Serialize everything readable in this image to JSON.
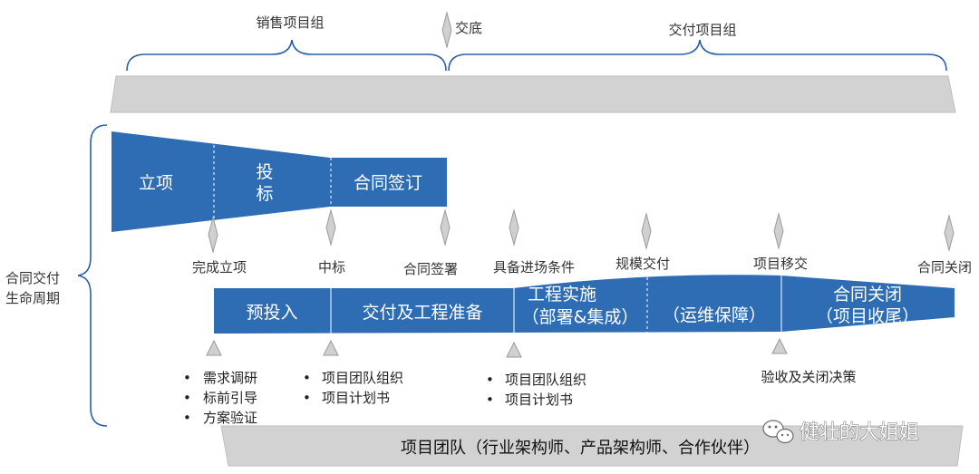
{
  "top": {
    "sales_group": "销售项目组",
    "handover": "交底",
    "delivery_group": "交付项目组"
  },
  "lifecycle": {
    "line1": "合同交付",
    "line2": "生命周期"
  },
  "sales_phases": {
    "p1": "立项",
    "p2_line1": "投",
    "p2_line2": "标",
    "p3": "合同签订"
  },
  "milestones": {
    "m1": "完成立项",
    "m2": "中标",
    "m3": "合同签署",
    "m4": "具备进场条件",
    "m5": "规模交付",
    "m6": "项目移交",
    "m7": "合同关闭"
  },
  "delivery_phases": {
    "d1": "预投入",
    "d2": "交付及工程准备",
    "d3_line1": "工程实施",
    "d3_line2": "（部署&集成）",
    "d4": "（运维保障）",
    "d5_line1": "合同关闭",
    "d5_line2": "（项目收尾）"
  },
  "bullets": {
    "group1": [
      "需求调研",
      "标前引导",
      "方案验证"
    ],
    "group2": [
      "项目团队组织",
      "项目计划书"
    ],
    "group3": [
      "项目团队组织",
      "项目计划书"
    ],
    "group4": "验收及关闭决策"
  },
  "team_bar": "项目团队（行业架构师、产品架构师、合作伙伴）",
  "watermark": "健壮的大姐姐",
  "colors": {
    "blue": "#2e6db4",
    "grey_bar": "#d2d2d2",
    "bracket": "#2b5fa8"
  }
}
